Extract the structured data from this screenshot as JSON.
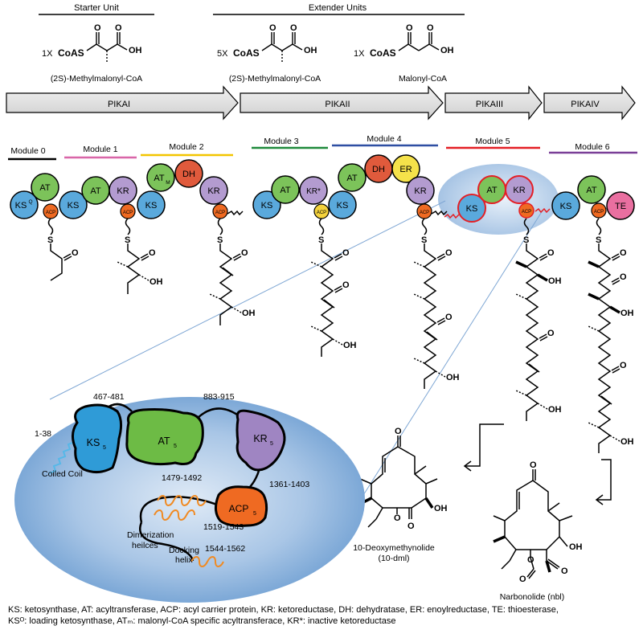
{
  "header": {
    "starter_label": "Starter Unit",
    "extender_label": "Extender Units"
  },
  "building_blocks": [
    {
      "count": "1X",
      "coas": "CoAS",
      "oh": "OH",
      "name": "(2S)-Methylmalonyl-CoA"
    },
    {
      "count": "5X",
      "coas": "CoAS",
      "oh": "OH",
      "name": "(2S)-Methylmalonyl-CoA"
    },
    {
      "count": "1X",
      "coas": "CoAS",
      "oh": "OH",
      "name": "Malonyl-CoA"
    }
  ],
  "genes": [
    "PIKAI",
    "PIKAII",
    "PIKAIII",
    "PIKAIV"
  ],
  "modules": [
    {
      "label": "Module 0",
      "color": "#000000"
    },
    {
      "label": "Module 1",
      "color": "#d966a8"
    },
    {
      "label": "Module 2",
      "color": "#f2c500"
    },
    {
      "label": "Module 3",
      "color": "#1f8a3b"
    },
    {
      "label": "Module 4",
      "color": "#2e4fa3"
    },
    {
      "label": "Module 5",
      "color": "#e41f25"
    },
    {
      "label": "Module 6",
      "color": "#7a3f97"
    }
  ],
  "domain_colors": {
    "KS": "#5aa9dc",
    "AT": "#7cc35a",
    "KR": "#b39bd0",
    "DH": "#e05a3c",
    "ER": "#f5e24a",
    "ACP": "#ef6a22",
    "TE": "#e96fa0",
    "ACP_inactive": "#f4d23c"
  },
  "domains": {
    "ks": "KS",
    "ks_loading": "KS",
    "ks_loading_sup": "Q",
    "at": "AT",
    "at_m": "AT",
    "at_m_sub": "M",
    "kr": "KR",
    "kr_star": "KR*",
    "dh": "DH",
    "er": "ER",
    "acp": "ACP",
    "te": "TE"
  },
  "chain_atoms": {
    "s": "S",
    "o": "O",
    "oh": "OH"
  },
  "products": [
    {
      "name": "10-Deoxymethynolide",
      "abbr": "(10-dml)"
    },
    {
      "name": "Narbonolide (nbl)"
    }
  ],
  "inset": {
    "ranges": [
      "467-481",
      "883-915",
      "1-38",
      "1479-1492",
      "1361-1403",
      "1519-1543",
      "1544-1562"
    ],
    "ks": "KS",
    "at": "AT",
    "kr": "KR",
    "acp": "ACP",
    "sub": "5",
    "coiled_coil": "Coiled Coil",
    "dimerization_1": "Dimerization",
    "dimerization_2": "heilces",
    "docking_1": "Docking",
    "docking_2": "helix"
  },
  "legend": {
    "line1": "KS: ketosynthase, AT: acyltransferase, ACP: acyl carrier protein, KR: ketoreductase, DH: dehydratase, ER: enoylreductase, TE: thioesterase,",
    "line2": "KSᴼ: loading ketosynthase, ATₘ: malonyl-CoA specific acyltransferace, KR*: inactive ketoreductase"
  }
}
